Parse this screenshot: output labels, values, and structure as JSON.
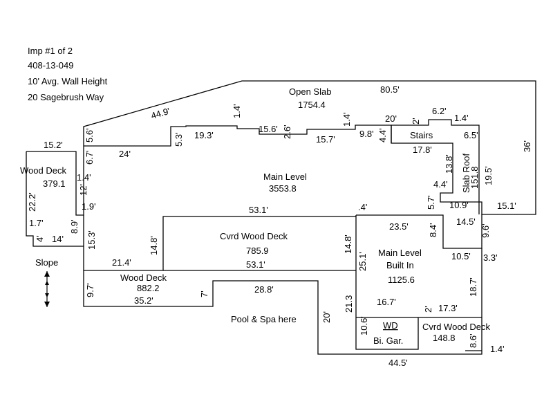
{
  "header": {
    "line1": "Imp #1 of 2",
    "line2": "408-13-049",
    "line3": "10' Avg. Wall Height",
    "line4": "20 Sagebrush Way"
  },
  "slope": {
    "label": "Slope"
  },
  "areas": {
    "open_slab": {
      "name": "Open Slab",
      "area": "1754.4"
    },
    "wood_deck_left": {
      "name": "Wood Deck",
      "area": "379.1"
    },
    "main_level": {
      "name": "Main Level",
      "area": "3553.8"
    },
    "cvrd_wood_deck_center": {
      "name": "Cvrd Wood Deck",
      "area": "785.9"
    },
    "wood_deck_bottom": {
      "name": "Wood Deck",
      "area": "882.2"
    },
    "main_level_built_in": {
      "name": "Main Level",
      "name2": "Built In",
      "area": "1125.6"
    },
    "stairs": {
      "name": "Stairs"
    },
    "slab_roof": {
      "name": "Slab Roof",
      "area": "151.8"
    },
    "wd_garage": {
      "name": "WD",
      "name2": "Bi. Gar."
    },
    "cvrd_wood_deck_right": {
      "name": "Cvrd Wood Deck",
      "area": "148.8"
    },
    "pool": {
      "name": "Pool & Spa here"
    }
  },
  "dimensions": {
    "d80_5": "80.5'",
    "d44_9": "44.9'",
    "d36": "36'",
    "d15_2": "15.2'",
    "d5_6": "5.6'",
    "d6_7": "6.7'",
    "d24": "24'",
    "d5_3": "5.3'",
    "d19_3": "19.3'",
    "d1_4a": "1.4'",
    "d15_6": "15.6'",
    "d2_6": "2.6'",
    "d15_7": "15.7'",
    "d1_4b": "1.4'",
    "d9_8": "9.8'",
    "d20a": "20'",
    "d4_4a": "4.4'",
    "d2a": "2'",
    "d6_2": "6.2'",
    "d1_4c": "1.4'",
    "d6_5": "6.5'",
    "d17_8": "17.8'",
    "d13_8": "13.8'",
    "d19_5": "19.5'",
    "d4_4b": "4.4'",
    "d5_7": "5.7'",
    "d10_9": "10.9'",
    "d15_1": "15.1'",
    "d14_5": "14.5'",
    "d9_6": "9.6'",
    "d1_4d": "1.4'",
    "d12": "12'",
    "d22_2": "22.2'",
    "d1_9": "1.9'",
    "d1_7": "1.7'",
    "d8_9": "8.9'",
    "d4": "4'",
    "d14": "14'",
    "d15_3": "15.3'",
    "d53_1a": "53.1'",
    "d_4": ".4'",
    "d23_5": "23.5'",
    "d8_4": "8.4'",
    "d14_8a": "14.8'",
    "d14_8b": "14.8'",
    "d21_4": "21.4'",
    "d53_1b": "53.1'",
    "d25_1": "25.1'",
    "d10_5": "10.5'",
    "d3_3": "3.3'",
    "d18_7": "18.7'",
    "d9_7": "9.7'",
    "d35_2": "35.2'",
    "d7": "7'",
    "d28_8": "28.8'",
    "d20b": "20'",
    "d21_3": "21.3",
    "d16_7": "16.7'",
    "d2b": "2'",
    "d17_3": "17.3'",
    "d10_6": "10.6'",
    "d8_6": "8.6'",
    "d1_4e": "1.4'",
    "d44_5": "44.5'"
  }
}
